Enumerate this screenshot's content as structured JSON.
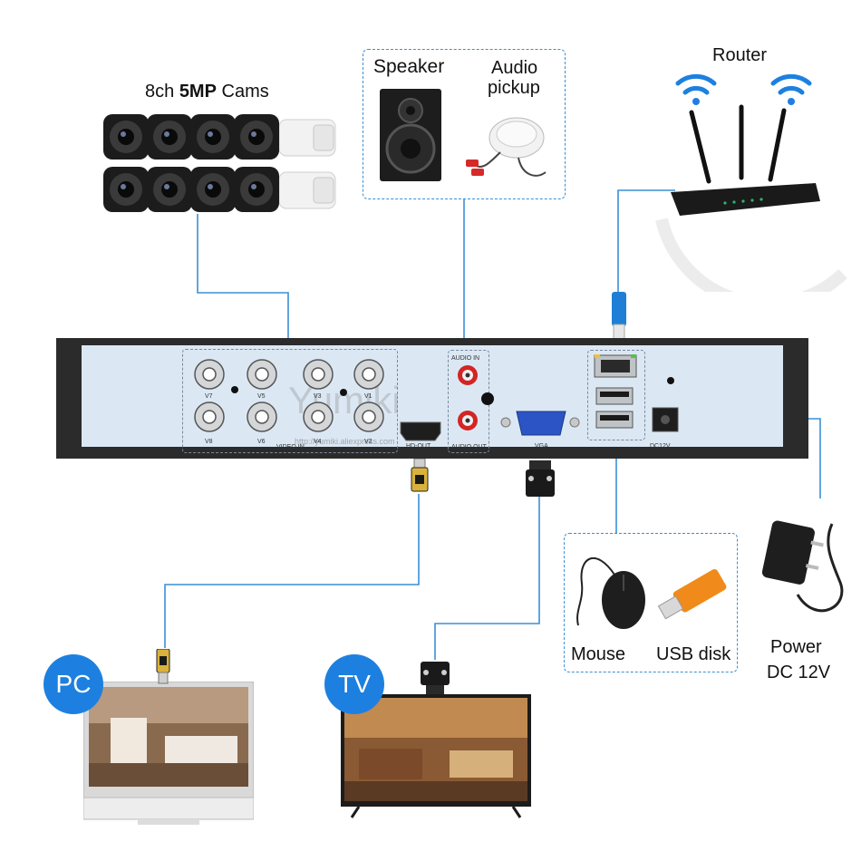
{
  "cameras": {
    "prefix": "8ch",
    "bold": "5MP",
    "suffix": "Cams"
  },
  "audio": {
    "speaker_label": "Speaker",
    "pickup_label_1": "Audio",
    "pickup_label_2": "pickup"
  },
  "router": {
    "label": "Router"
  },
  "dvr": {
    "channel_labels_top": [
      "V7",
      "V5",
      "V3",
      "V1"
    ],
    "channel_labels_bottom": [
      "V8",
      "V6",
      "V4",
      "V2"
    ],
    "video_in": "VIDEO IN",
    "hd_out": "HD-OUT",
    "audio_in": "AUDIO IN",
    "audio_out": "AUDIO OUT",
    "vga": "VGA",
    "dc12v": "DC12V",
    "watermark": "Yumiki",
    "watermark_url": "http://yumiki.aliexpress.com"
  },
  "peripherals": {
    "mouse_label": "Mouse",
    "usb_label": "USB disk"
  },
  "power": {
    "line1": "Power",
    "line2": "DC 12V"
  },
  "badges": {
    "pc": "PC",
    "tv": "TV"
  },
  "colors": {
    "accent": "#1d80e0",
    "line": "#3a8fd6",
    "dvr_face": "#dbe8f4",
    "dvr_frame": "#2b2b2b"
  }
}
